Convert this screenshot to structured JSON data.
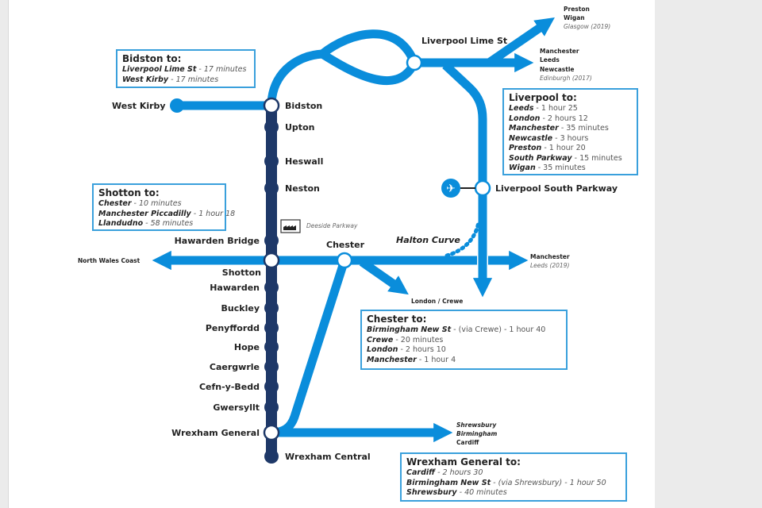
{
  "colors": {
    "line_blue": "#0a8ddb",
    "line_navy": "#1e3868",
    "box_border": "#3aa0dc"
  },
  "stations": {
    "west_kirby": "West Kirby",
    "bidston": "Bidston",
    "upton": "Upton",
    "heswall": "Heswall",
    "neston": "Neston",
    "deeside": "Deeside Parkway",
    "hawarden_bridge": "Hawarden Bridge",
    "shotton": "Shotton",
    "hawarden": "Hawarden",
    "buckley": "Buckley",
    "penyffordd": "Penyffordd",
    "hope": "Hope",
    "caergwrle": "Caergwrle",
    "cefn": "Cefn-y-Bedd",
    "gwersyllt": "Gwersyllt",
    "wrexham_general": "Wrexham General",
    "wrexham_central": "Wrexham Central",
    "chester": "Chester",
    "lime_st": "Liverpool Lime St",
    "south_parkway": "Liverpool South Parkway",
    "halton": "Halton Curve"
  },
  "destinations": {
    "north": [
      "Preston",
      "Wigan"
    ],
    "north_future": "Glasgow (2019)",
    "east": [
      "Manchester",
      "Leeds",
      "Newcastle"
    ],
    "east_future": "Edinburgh (2017)",
    "nwc": "North Wales Coast",
    "manc": "Manchester",
    "manc_future": "Leeds (2019)",
    "london": "London / Crewe",
    "south": [
      "Shrewsbury",
      "Birmingham",
      "Cardiff"
    ]
  },
  "boxes": {
    "bidston": {
      "title": "Bidston to:",
      "rows": [
        {
          "dest": "Liverpool Lime St",
          "time": " - 17 minutes"
        },
        {
          "dest": "West Kirby",
          "time": " - 17 minutes"
        }
      ]
    },
    "liverpool": {
      "title": "Liverpool to:",
      "rows": [
        {
          "dest": "Leeds",
          "time": " - 1 hour 25"
        },
        {
          "dest": "London",
          "time": " - 2 hours 12"
        },
        {
          "dest": "Manchester",
          "time": " - 35 minutes"
        },
        {
          "dest": "Newcastle",
          "time": " - 3 hours"
        },
        {
          "dest": "Preston",
          "time": " - 1 hour 20"
        },
        {
          "dest": "South Parkway",
          "time": " - 15 minutes"
        },
        {
          "dest": "Wigan",
          "time": " - 35 minutes"
        }
      ]
    },
    "shotton": {
      "title": "Shotton to:",
      "rows": [
        {
          "dest": "Chester",
          "time": "  - 10 minutes"
        },
        {
          "dest": "Manchester Piccadilly",
          "time": " - 1 hour 18"
        },
        {
          "dest": "Llandudno",
          "time": " - 58 minutes"
        }
      ]
    },
    "chester": {
      "title": "Chester to:",
      "rows": [
        {
          "dest": "Birmingham New St",
          "time": " - (via Crewe)  - 1 hour  40"
        },
        {
          "dest": "Crewe",
          "time": " - 20 minutes"
        },
        {
          "dest": "London",
          "time": " - 2 hours 10"
        },
        {
          "dest": "Manchester",
          "time": " - 1 hour 4"
        }
      ]
    },
    "wrexham": {
      "title": "Wrexham General to:",
      "rows": [
        {
          "dest": "Cardiff",
          "time": " - 2 hours 30"
        },
        {
          "dest": "Birmingham New St",
          "time": " - (via Shrewsbury)  - 1 hour 50"
        },
        {
          "dest": "Shrewsbury",
          "time": " - 40 minutes"
        }
      ]
    }
  }
}
